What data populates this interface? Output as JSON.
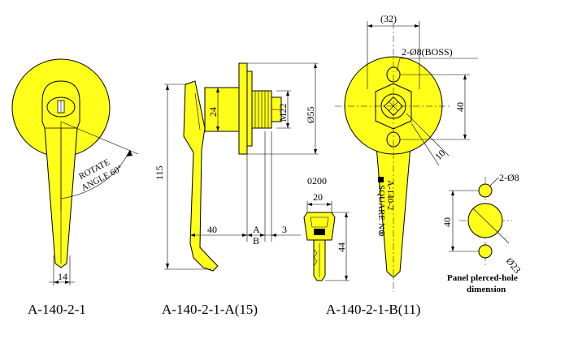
{
  "views": {
    "front": {
      "caption": "A-140-2-1",
      "rotate_label_1": "ROTATE",
      "rotate_label_2": "ANGLE 60°",
      "dim_width": "14"
    },
    "side": {
      "caption": "A-140-2-1-A(15)",
      "dim_height": "115",
      "dim_24": "24",
      "dim_m22": "M22",
      "dim_d55": "Ø55",
      "dim_40": "40",
      "dim_a": "A",
      "dim_b": "B",
      "dim_3": "3"
    },
    "key": {
      "part_no": "0200",
      "dim_width": "20",
      "dim_height": "44"
    },
    "rear": {
      "caption": "A-140-2-1-B(11)",
      "dim_32": "(32)",
      "boss_label": "2-Ø8(BOSS)",
      "dim_40": "40",
      "dim_10": "10",
      "handle_text_1": "A-140-2",
      "handle_text_2": "SQUARE N⊗"
    },
    "panel": {
      "holes_label": "2-Ø8",
      "dim_40": "40",
      "dim_23": "Ø23",
      "note_1": "Panel plerced-hole",
      "note_2": "dimension"
    }
  },
  "colors": {
    "part_fill": "#ffff1a",
    "line": "#000000",
    "background": "#ffffff"
  }
}
